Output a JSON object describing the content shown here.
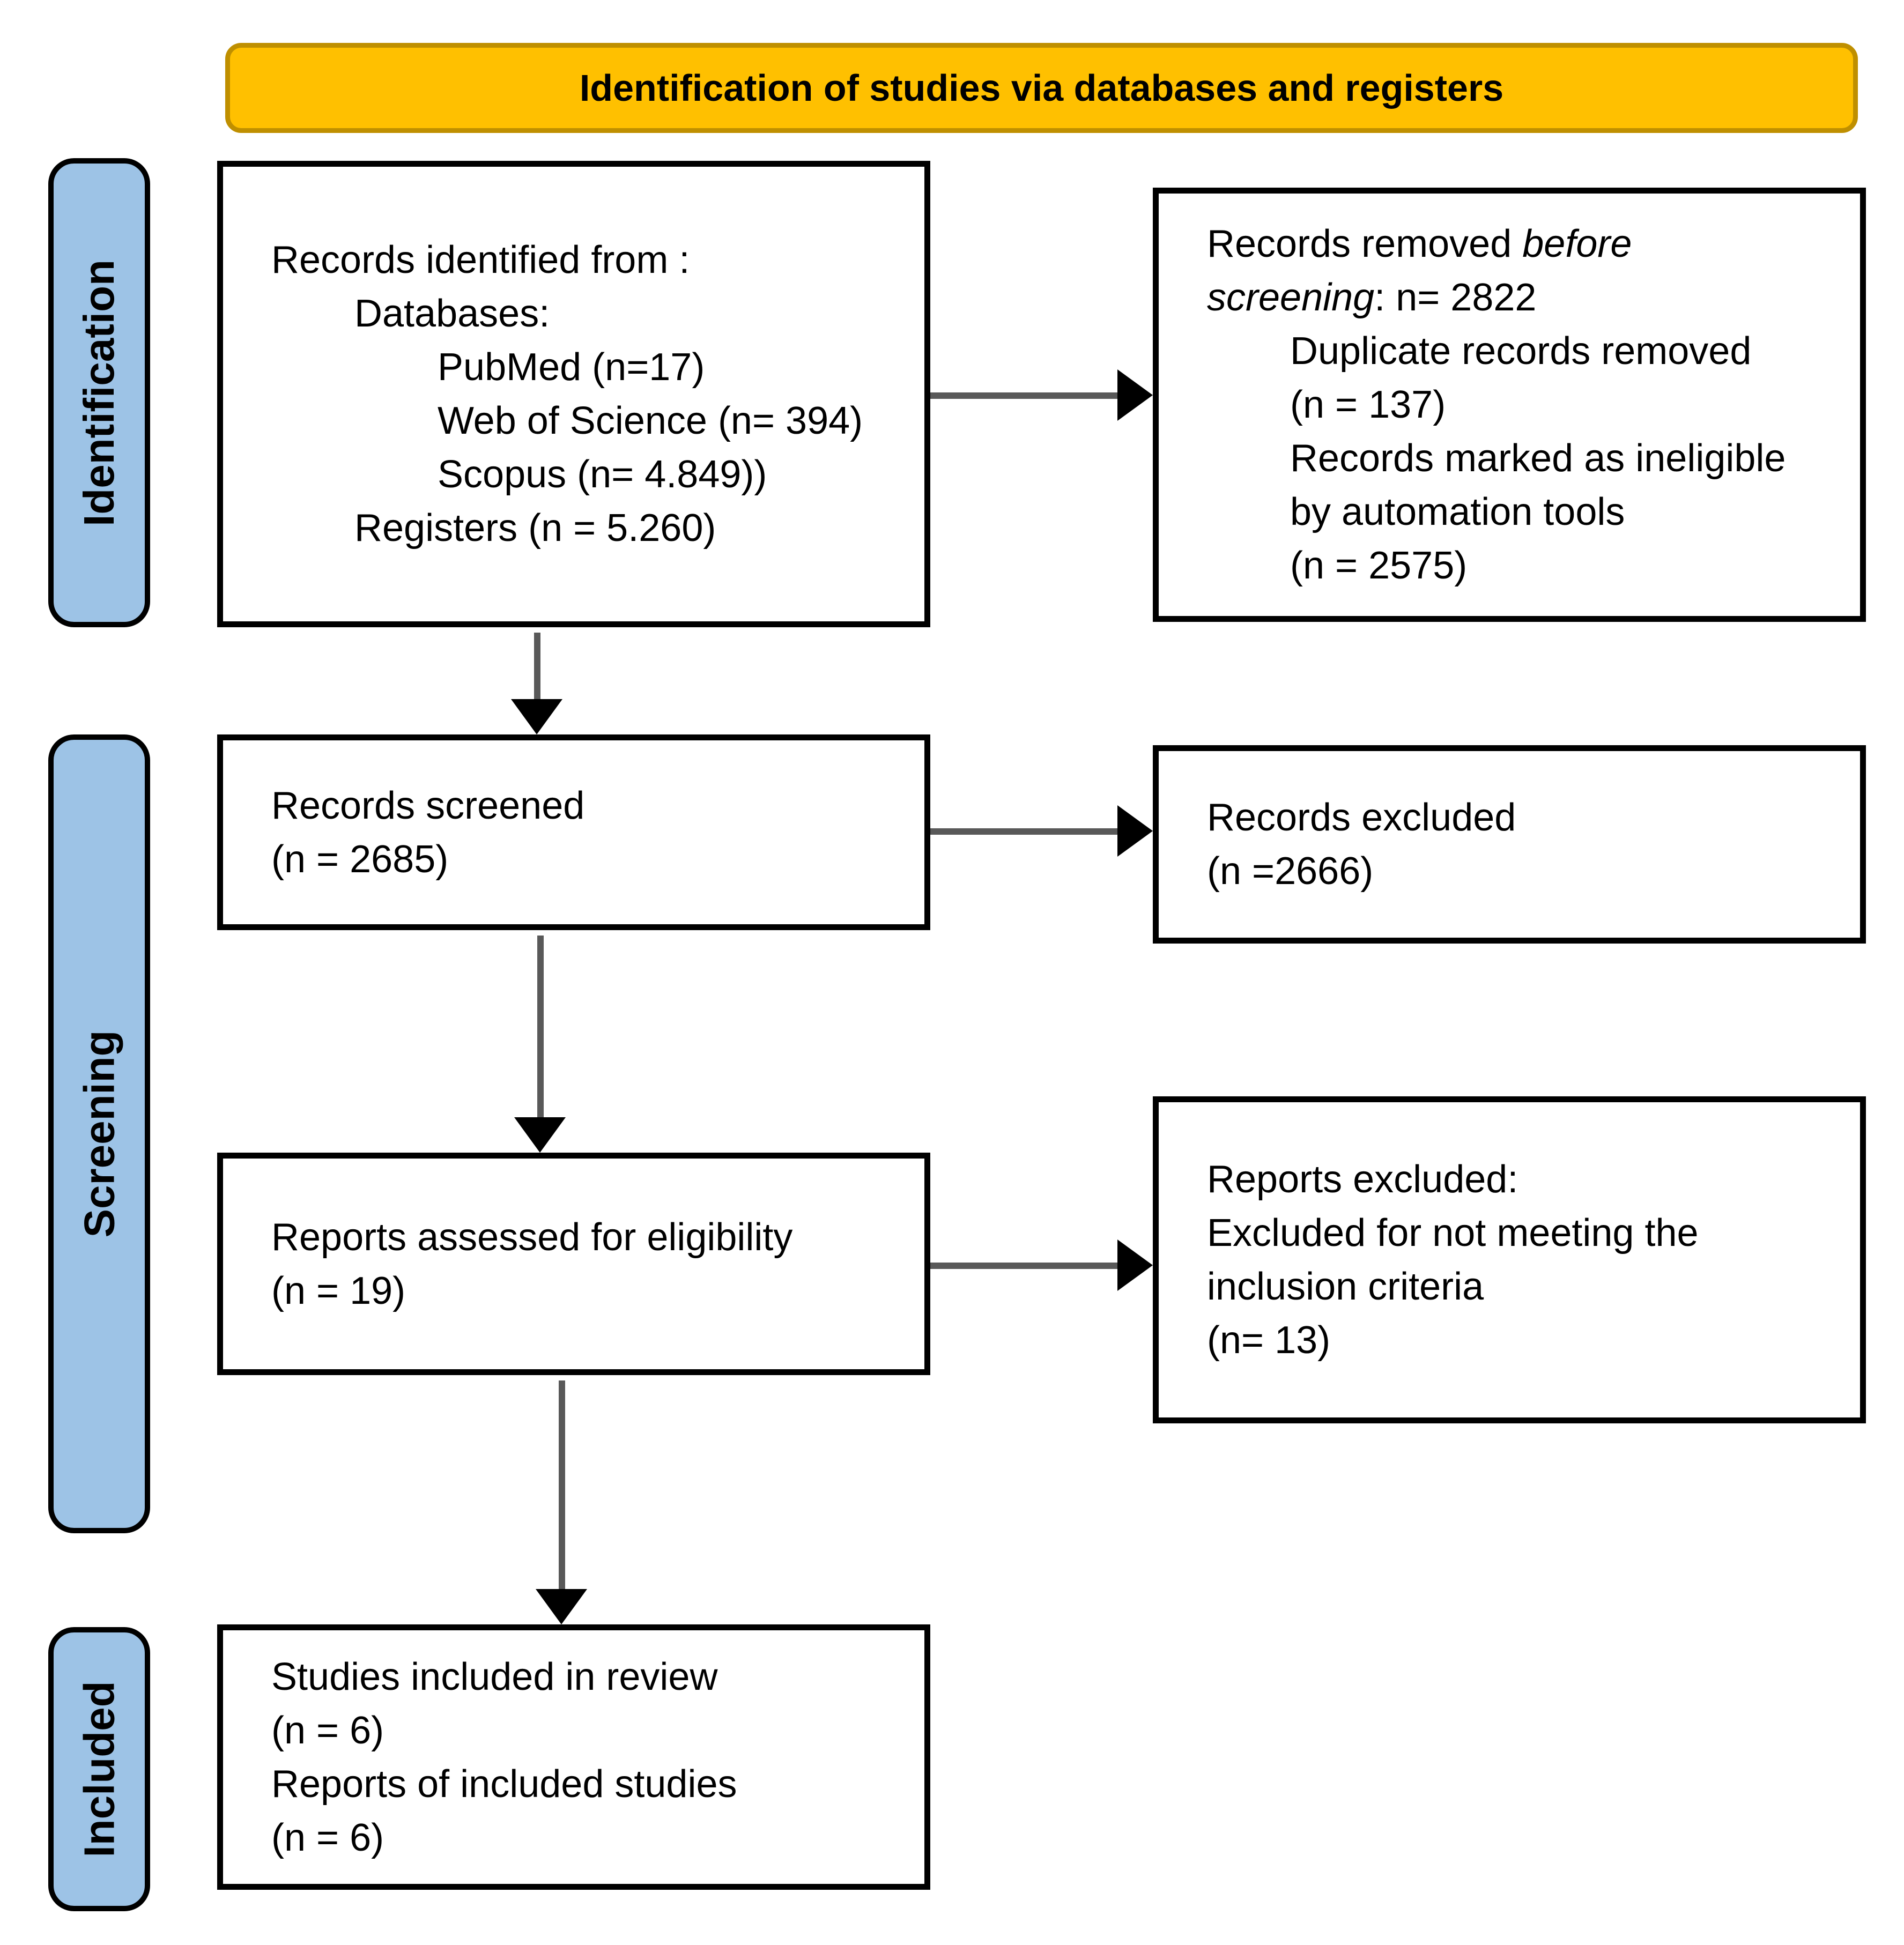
{
  "title": "Identification of studies via databases and registers",
  "colors": {
    "title_fill": "#FFC000",
    "title_border": "#BF8F00",
    "label_fill": "#9DC3E6",
    "label_border": "#000000",
    "box_fill": "#FFFFFF",
    "box_border": "#000000",
    "arrow_line": "#595959",
    "arrow_head": "#000000"
  },
  "side_labels": {
    "identification": "Identification",
    "screening": "Screening",
    "included": "Included"
  },
  "boxes": {
    "records_identified": {
      "lines": [
        {
          "indent": 0,
          "segments": [
            {
              "text": "Records identified from :"
            }
          ]
        },
        {
          "indent": 1,
          "segments": [
            {
              "text": "Databases:"
            }
          ]
        },
        {
          "indent": 2,
          "segments": [
            {
              "text": "PubMed (n=17)"
            }
          ]
        },
        {
          "indent": 2,
          "segments": [
            {
              "text": "Web of Science (n= 394)"
            }
          ]
        },
        {
          "indent": 2,
          "segments": [
            {
              "text": "Scopus (n= 4.849))"
            }
          ]
        },
        {
          "indent": 1,
          "segments": [
            {
              "text": "Registers (n = 5.260)"
            }
          ]
        }
      ]
    },
    "records_removed": {
      "lines": [
        {
          "indent": 0,
          "segments": [
            {
              "text": "Records removed "
            },
            {
              "text": "before",
              "italic": true
            }
          ]
        },
        {
          "indent": 0,
          "segments": [
            {
              "text": "screening",
              "italic": true
            },
            {
              "text": ": n= 2822"
            }
          ]
        },
        {
          "indent": 1,
          "segments": [
            {
              "text": "Duplicate records removed"
            }
          ]
        },
        {
          "indent": 1,
          "segments": [
            {
              "text": "(n = 137)"
            }
          ]
        },
        {
          "indent": 1,
          "segments": [
            {
              "text": "Records marked as ineligible"
            }
          ]
        },
        {
          "indent": 1,
          "segments": [
            {
              "text": "by automation tools"
            }
          ]
        },
        {
          "indent": 1,
          "segments": [
            {
              "text": "(n = 2575)"
            }
          ]
        }
      ]
    },
    "records_screened": {
      "lines": [
        {
          "indent": 0,
          "segments": [
            {
              "text": "Records screened"
            }
          ]
        },
        {
          "indent": 0,
          "segments": [
            {
              "text": "(n = 2685)"
            }
          ]
        }
      ]
    },
    "records_excluded": {
      "lines": [
        {
          "indent": 0,
          "segments": [
            {
              "text": "Records excluded"
            }
          ]
        },
        {
          "indent": 0,
          "segments": [
            {
              "text": "(n =2666)"
            }
          ]
        }
      ]
    },
    "reports_assessed": {
      "lines": [
        {
          "indent": 0,
          "segments": [
            {
              "text": "Reports assessed for eligibility"
            }
          ]
        },
        {
          "indent": 0,
          "segments": [
            {
              "text": "(n = 19)"
            }
          ]
        }
      ]
    },
    "reports_excluded": {
      "lines": [
        {
          "indent": 0,
          "segments": [
            {
              "text": "Reports excluded:"
            }
          ]
        },
        {
          "indent": 0,
          "segments": [
            {
              "text": "Excluded for not meeting the"
            }
          ]
        },
        {
          "indent": 0,
          "segments": [
            {
              "text": "inclusion criteria"
            }
          ]
        },
        {
          "indent": 0,
          "segments": [
            {
              "text": "(n= 13)"
            }
          ]
        }
      ]
    },
    "studies_included": {
      "lines": [
        {
          "indent": 0,
          "segments": [
            {
              "text": "Studies included in review"
            }
          ]
        },
        {
          "indent": 0,
          "segments": [
            {
              "text": "(n = 6)"
            }
          ]
        },
        {
          "indent": 0,
          "segments": [
            {
              "text": "Reports of included studies"
            }
          ]
        },
        {
          "indent": 0,
          "segments": [
            {
              "text": "(n = 6)"
            }
          ]
        }
      ]
    }
  }
}
